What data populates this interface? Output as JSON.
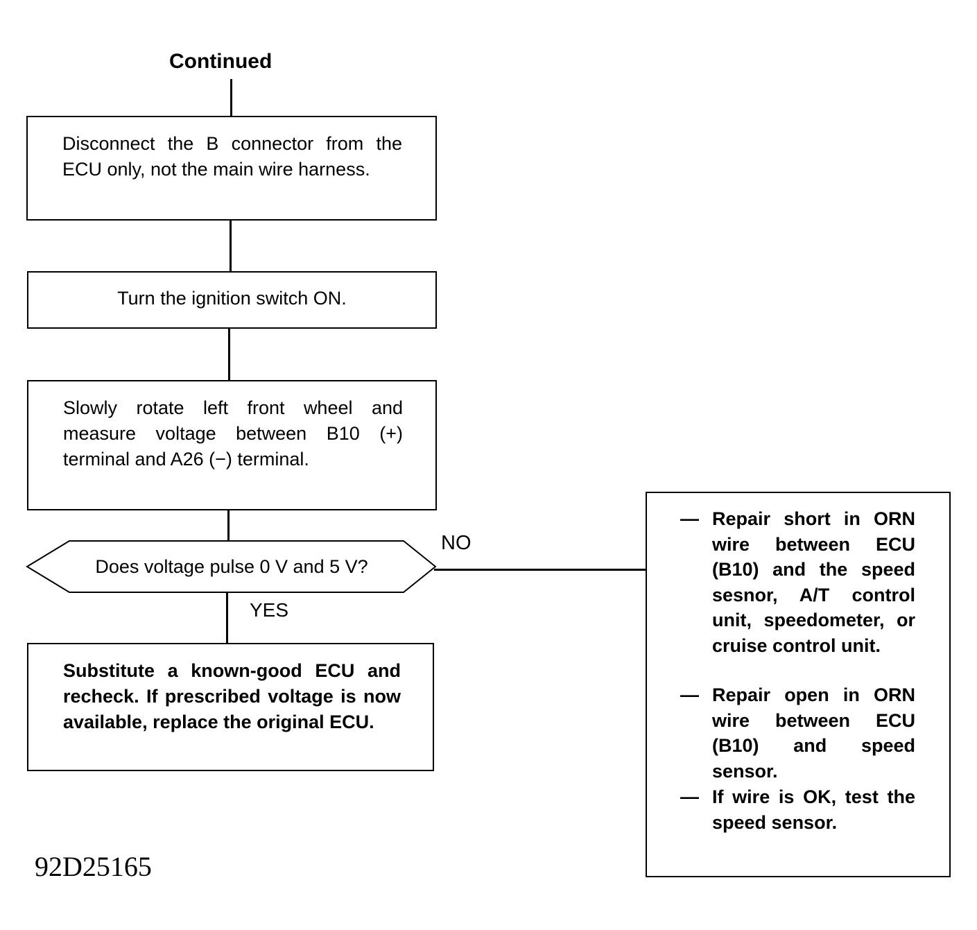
{
  "header": "Continued",
  "steps": {
    "disconnect": "Disconnect the B connector from the ECU only, not the main wire harness.",
    "ignition": "Turn the ignition switch ON.",
    "rotate": "Slowly rotate left front wheel and measure voltage between B10 (+) terminal and A26 (−) terminal."
  },
  "decision": {
    "question": "Does voltage pulse 0 V and 5 V?",
    "no_label": "NO",
    "yes_label": "YES"
  },
  "yes_result": "Substitute a known-good ECU and recheck. If prescribed voltage is now available, replace the original ECU.",
  "no_result": {
    "dash": "—",
    "items": [
      "Repair short in ORN wire between ECU (B10) and the speed sesnor, A/T control unit, speedometer, or cruise control unit.",
      "Repair open in ORN wire between ECU (B10) and speed sensor.",
      "If wire is OK, test the speed sensor."
    ]
  },
  "figure_id": "92D25165"
}
